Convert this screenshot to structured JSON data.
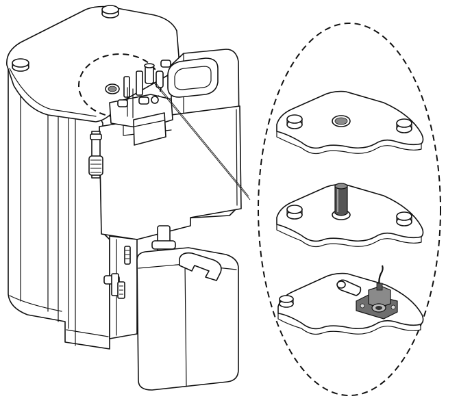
{
  "figure": {
    "main_unit": "water-purification-system",
    "detail_panels": [
      "blank-cover-plug",
      "filter-post-installed",
      "sensor-bracket-installed"
    ]
  },
  "colors": {
    "line": "#111111",
    "fill": "#ffffff",
    "shadow_grey": "#8a8a8a",
    "dark_grey": "#555555"
  }
}
